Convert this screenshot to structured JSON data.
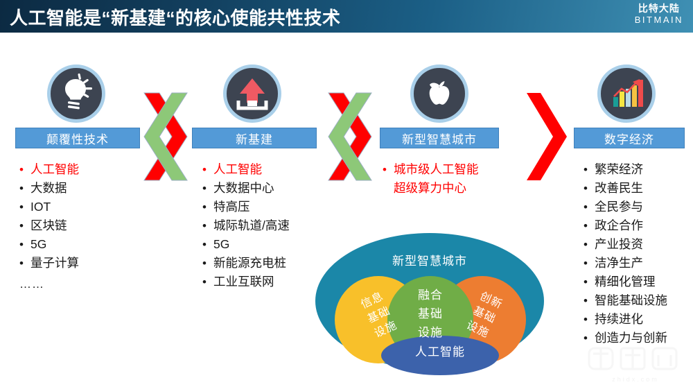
{
  "header": {
    "title": "人工智能是“新基建“的核心使能共性技术",
    "logo_cn": "比特大陆",
    "logo_en": "BITMAIN",
    "gradient_from": "#0c2a42",
    "gradient_to": "#3f90b4"
  },
  "columns": [
    {
      "icon": "lightbulb-icon",
      "caption": "颠覆性技术",
      "items": [
        {
          "text": "人工智能",
          "highlight": true
        },
        {
          "text": "大数据",
          "highlight": false
        },
        {
          "text": "IOT",
          "highlight": false
        },
        {
          "text": "区块链",
          "highlight": false
        },
        {
          "text": "5G",
          "highlight": false
        },
        {
          "text": "量子计算",
          "highlight": false
        }
      ],
      "trailing": "……"
    },
    {
      "icon": "upload-tray-icon",
      "caption": "新基建",
      "items": [
        {
          "text": "人工智能",
          "highlight": true
        },
        {
          "text": "大数据中心",
          "highlight": false
        },
        {
          "text": "特高压",
          "highlight": false
        },
        {
          "text": "城际轨道/高速",
          "highlight": false
        },
        {
          "text": "5G",
          "highlight": false
        },
        {
          "text": "新能源充电桩",
          "highlight": false
        },
        {
          "text": "工业互联网",
          "highlight": false
        }
      ],
      "trailing": ""
    },
    {
      "icon": "apple-icon",
      "caption": "新型智慧城市",
      "items": [
        {
          "text": "城市级人工智能\n超级算力中心",
          "highlight": true
        }
      ],
      "trailing": ""
    },
    {
      "icon": "bar-chart-growth-icon",
      "caption": "数字经济",
      "items": [
        {
          "text": "繁荣经济",
          "highlight": false
        },
        {
          "text": "改善民生",
          "highlight": false
        },
        {
          "text": "全民参与",
          "highlight": false
        },
        {
          "text": "政企合作",
          "highlight": false
        },
        {
          "text": "产业投资",
          "highlight": false
        },
        {
          "text": "洁净生产",
          "highlight": false
        },
        {
          "text": "精细化管理",
          "highlight": false
        },
        {
          "text": "智能基础设施",
          "highlight": false
        },
        {
          "text": "持续进化",
          "highlight": false
        },
        {
          "text": "创造力与创新",
          "highlight": false
        }
      ],
      "trailing": ""
    }
  ],
  "connectors": [
    {
      "name": "cross-chevron-1",
      "shapes": [
        "red-right-chevron",
        "green-left-chevron"
      ]
    },
    {
      "name": "cross-chevron-2",
      "shapes": [
        "red-right-chevron",
        "green-left-chevron"
      ]
    },
    {
      "name": "red-chevron-3",
      "shapes": [
        "red-right-chevron"
      ]
    }
  ],
  "venn": {
    "outer_label": "新型智慧城市",
    "outer_color": "#1b87a8",
    "lobes": [
      {
        "label": "信息\n基础\n设施",
        "color": "#f8c02a",
        "name": "information-infrastructure"
      },
      {
        "label": "融合\n基础\n设施",
        "color": "#70ad47",
        "name": "converged-infrastructure"
      },
      {
        "label": "创新\n基础\n设施",
        "color": "#ed7d31",
        "name": "innovation-infrastructure"
      },
      {
        "label": "人工智能",
        "color": "#3c62ab",
        "name": "artificial-intelligence"
      }
    ]
  },
  "watermark": {
    "logo_cn": "智东西",
    "url": "zhidx.com"
  },
  "colors": {
    "accent_blue": "#539ad7",
    "highlight_red": "#ff0000",
    "chevron_red": "#ff0000",
    "chevron_green": "#8dc878"
  }
}
